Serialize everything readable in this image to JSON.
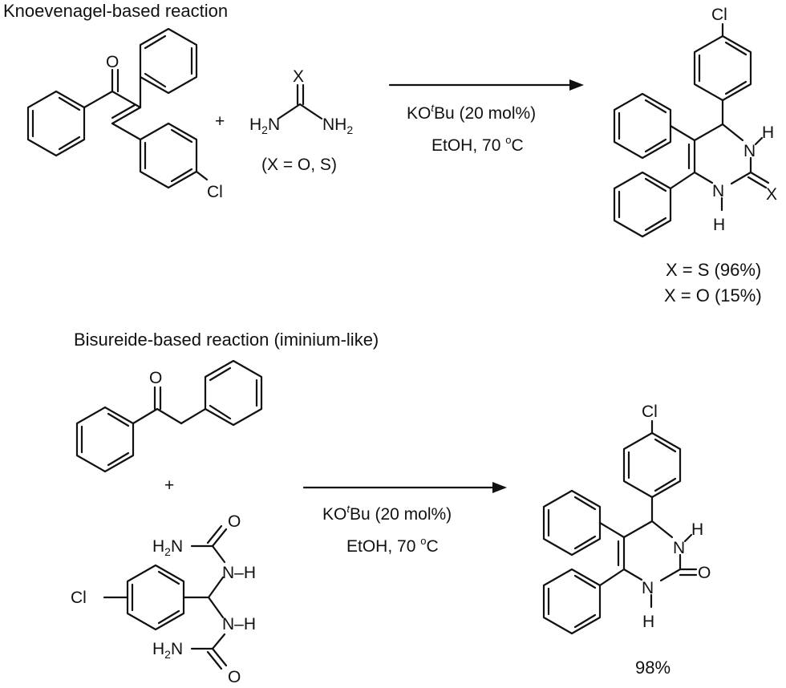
{
  "sections": [
    {
      "title": "Knoevenagel-based reaction",
      "conditions": {
        "reagent_prefix": "KO",
        "reagent_sup": "t",
        "reagent_suffix": "Bu (20 mol%)",
        "solvent": "EtOH, 70 ",
        "deg": "o",
        "unit": "C"
      },
      "reagent2": {
        "top": "X",
        "h2n": "H",
        "h2n_sub": "2",
        "h2n_n": "N",
        "nh2_n": "NH",
        "nh2_sub": "2"
      },
      "note": "(X = O, S)",
      "product_yields": [
        "X = S (96%)",
        "X = O (15%)"
      ]
    },
    {
      "title": "Bisureide-based reaction (iminium-like)",
      "conditions": {
        "reagent_prefix": "KO",
        "reagent_sup": "t",
        "reagent_suffix": "Bu (20 mol%)",
        "solvent": "EtOH, 70 ",
        "deg": "o",
        "unit": "C"
      },
      "product_yields": [
        "98%"
      ]
    }
  ],
  "atoms": {
    "O": "O",
    "Cl": "Cl",
    "N": "N",
    "H": "H",
    "X": "X",
    "plus": "+",
    "NH": "N–H",
    "H2N_H": "H",
    "H2N_sub": "2",
    "H2N_N": "N"
  }
}
